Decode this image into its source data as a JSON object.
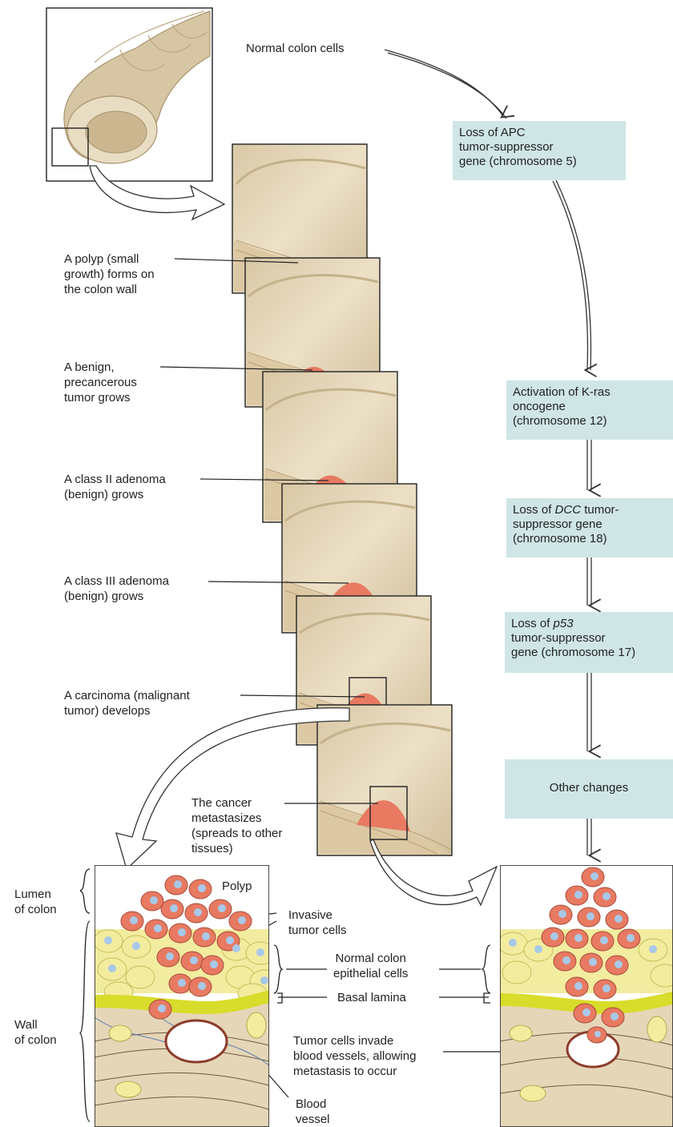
{
  "pathway": {
    "start": "Normal colon cells",
    "steps": [
      {
        "text": "Loss of APC\ntumor-suppressor\ngene (chromosome 5)"
      },
      {
        "text": "Activation of K-ras\noncogene\n(chromosome 12)"
      },
      {
        "pre": "Loss of ",
        "em": "DCC",
        "post": " tumor-\nsuppressor gene\n(chromosome 18)"
      },
      {
        "pre": "Loss of ",
        "em": "p53",
        "post": "\ntumor-suppressor\ngene (chromosome 17)"
      },
      {
        "text": "Other changes"
      }
    ]
  },
  "stages": [
    "A polyp (small\ngrowth) forms on\nthe colon wall",
    "A benign,\nprecancerous\ntumor grows",
    "A class II adenoma\n(benign) grows",
    "A class III adenoma\n(benign) grows",
    "A carcinoma (malignant\ntumor) develops",
    "The cancer\nmetastasizes\n(spreads to other\ntissues)"
  ],
  "detail": {
    "lumen": "Lumen\nof colon",
    "wall": "Wall\nof colon",
    "polyp": "Polyp",
    "invasive": "Invasive\ntumor cells",
    "epithelial": "Normal colon\nepithelial cells",
    "basal": "Basal lamina",
    "invade": "Tumor cells invade\nblood vessels, allowing\nmetastasis to occur",
    "vessel": "Blood\nvessel"
  },
  "colors": {
    "box_fill": "#cfe5e6",
    "tissue": "#e6d6b8",
    "tumor": "#e87a62",
    "epithelial": "#f2eca0",
    "basal_lamina": "#d8dc2a",
    "nucleus": "#a8c8e8"
  }
}
